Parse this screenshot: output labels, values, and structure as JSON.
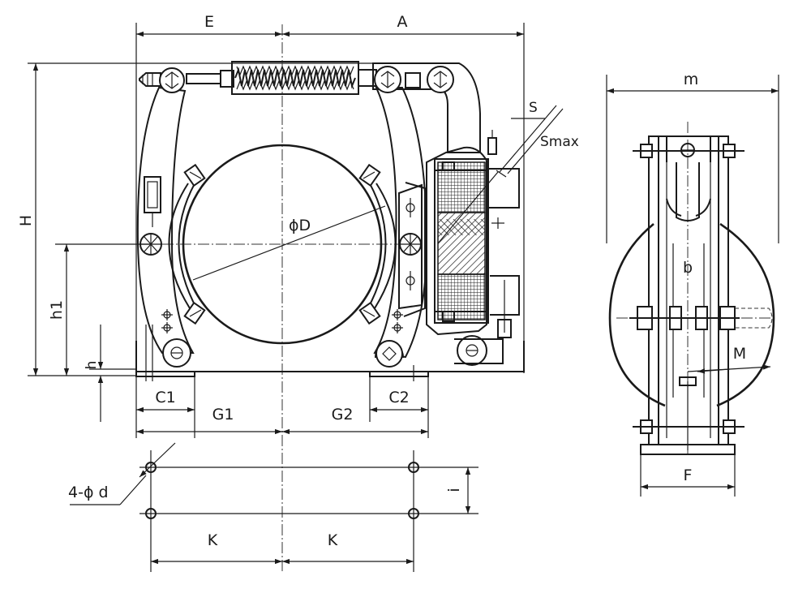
{
  "labels": {
    "E": "E",
    "A": "A",
    "S": "S",
    "Smax": "Smax",
    "H": "H",
    "phiD": "ϕD",
    "h1": "h1",
    "h": "h",
    "C1": "C1",
    "G1": "G1",
    "G2": "G2",
    "C2": "C2",
    "holes": "4-ϕ d",
    "i": "i",
    "K_left": "K",
    "K_right": "K",
    "m": "m",
    "b": "b",
    "M": "M",
    "F": "F"
  }
}
